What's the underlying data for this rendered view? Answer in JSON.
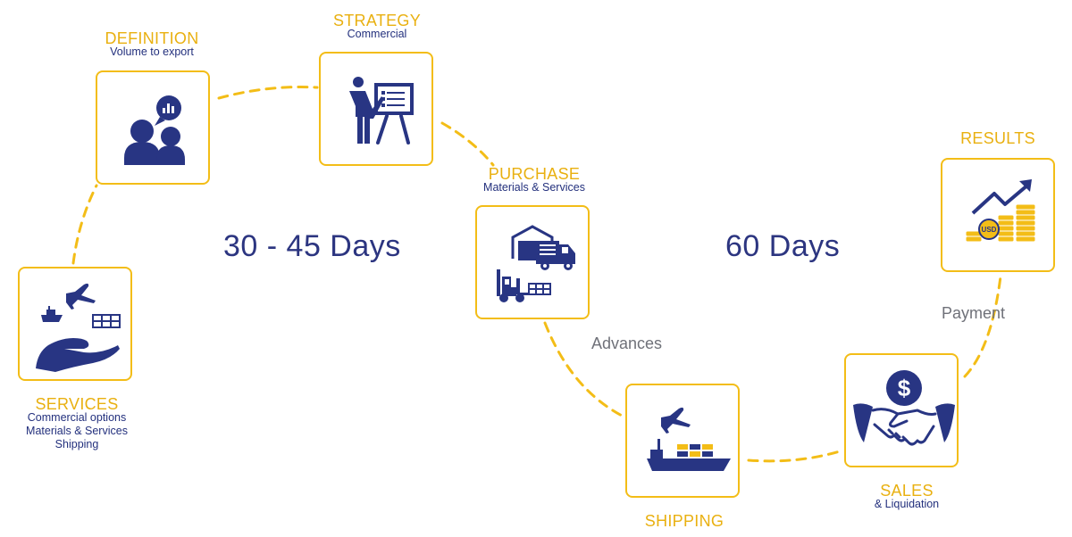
{
  "colors": {
    "accent": "#f3bd17",
    "title": "#e9b010",
    "icon": "#283583",
    "text": "#23307d",
    "gray": "#6f7179"
  },
  "stages": {
    "definition": {
      "title": "DEFINITION",
      "sub": "Volume to export",
      "icon": "people-chat-icon"
    },
    "strategy": {
      "title": "STRATEGY",
      "sub": "Commercial",
      "icon": "presenter-board-icon"
    },
    "purchase": {
      "title": "PURCHASE",
      "sub": "Materials & Services",
      "icon": "warehouse-truck-forklift-icon"
    },
    "results": {
      "title": "RESULTS",
      "sub": "",
      "icon": "coins-growth-icon"
    },
    "services": {
      "title": "SERVICES",
      "sub_lines": [
        "Commercial options",
        "Materials & Services",
        "Shipping"
      ],
      "icon": "hand-plane-ship-icon"
    },
    "shipping": {
      "title": "SHIPPING",
      "sub": "",
      "icon": "plane-cargo-ship-icon"
    },
    "sales": {
      "title": "SALES",
      "sub": "& Liquidation",
      "icon": "handshake-dollar-icon"
    }
  },
  "durations": {
    "first": "30 - 45 Days",
    "second": "60 Days"
  },
  "flow_labels": {
    "advances": "Advances",
    "payment": "Payment"
  }
}
